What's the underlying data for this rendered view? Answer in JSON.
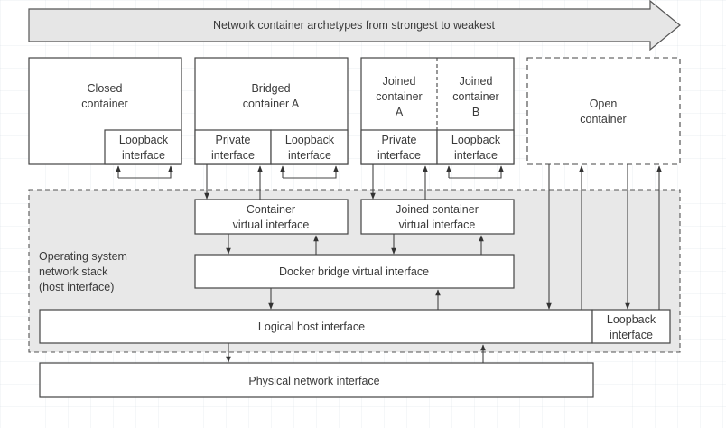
{
  "banner": {
    "text": "Network container archetypes from strongest to weakest",
    "fill": "#e6e6e6"
  },
  "containers": {
    "closed": {
      "title": [
        "Closed",
        "container"
      ],
      "loopback": [
        "Loopback",
        "interface"
      ]
    },
    "bridged": {
      "title": [
        "Bridged",
        "container A"
      ],
      "private": [
        "Private",
        "interface"
      ],
      "loopback": [
        "Loopback",
        "interface"
      ]
    },
    "joined": {
      "a_title": [
        "Joined",
        "container",
        "A"
      ],
      "b_title": [
        "Joined",
        "container",
        "B"
      ],
      "private": [
        "Private",
        "interface"
      ],
      "loopback": [
        "Loopback",
        "interface"
      ]
    },
    "open": {
      "title": [
        "Open",
        "container"
      ]
    }
  },
  "host_stack": {
    "label": [
      "Operating system",
      "network stack",
      "(host interface)"
    ],
    "fill": "#e8e8e8",
    "container_virtual": [
      "Container",
      "virtual interface"
    ],
    "joined_virtual": [
      "Joined container",
      "virtual interface"
    ],
    "docker_bridge": "Docker bridge virtual interface",
    "logical_host": "Logical host interface",
    "host_loopback": [
      "Loopback",
      "interface"
    ]
  },
  "physical": "Physical network interface"
}
